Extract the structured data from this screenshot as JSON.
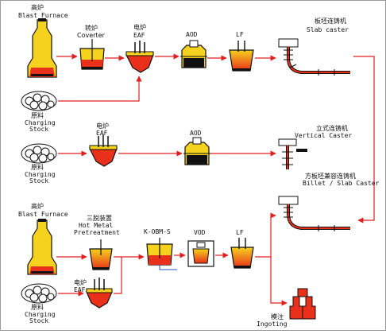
{
  "row1": {
    "blast_furnace": {
      "zh": "高炉",
      "en": "Blast Furnace"
    },
    "converter": {
      "zh": "转炉",
      "en": "Coverter"
    },
    "eaf": {
      "zh": "电炉",
      "en": "EAF"
    },
    "aod": {
      "en": "AOD"
    },
    "lf": {
      "en": "LF"
    },
    "slab_caster": {
      "zh": "板坯连铸机",
      "en": "Slab caster"
    },
    "charging_stock": {
      "zh": "原料",
      "en1": "Charging",
      "en2": "Stock"
    }
  },
  "row2": {
    "eaf": {
      "zh": "电炉",
      "en": "EAF"
    },
    "aod": {
      "en": "AOD"
    },
    "vertical_caster": {
      "zh": "立式连铸机",
      "en": "Vertical Caster"
    },
    "charging_stock": {
      "zh": "原料",
      "en1": "Charging",
      "en2": "Stock"
    }
  },
  "row3": {
    "blast_furnace": {
      "zh": "高炉",
      "en": "Blast Furnace"
    },
    "pretreatment": {
      "zh": "三脱装置",
      "en1": "Hot Metal",
      "en2": "Pretreatment"
    },
    "kobm": {
      "en": "K-OBM-S"
    },
    "vod": {
      "en": "VOD"
    },
    "lf": {
      "en": "LF"
    },
    "billet_slab": {
      "zh": "方板坯兼容连铸机",
      "en": "Billet / Slab Caster"
    },
    "eaf": {
      "zh": "电炉",
      "en": "EAF"
    },
    "charging_stock": {
      "zh": "原料",
      "en1": "Charging",
      "en2": "Stock"
    },
    "ingoting": {
      "zh": "模注",
      "en": "Ingoting"
    }
  },
  "colors": {
    "flow": "#e02020",
    "steel": "#e8301a",
    "vessel": "#f5d21e",
    "outline": "#111111"
  }
}
